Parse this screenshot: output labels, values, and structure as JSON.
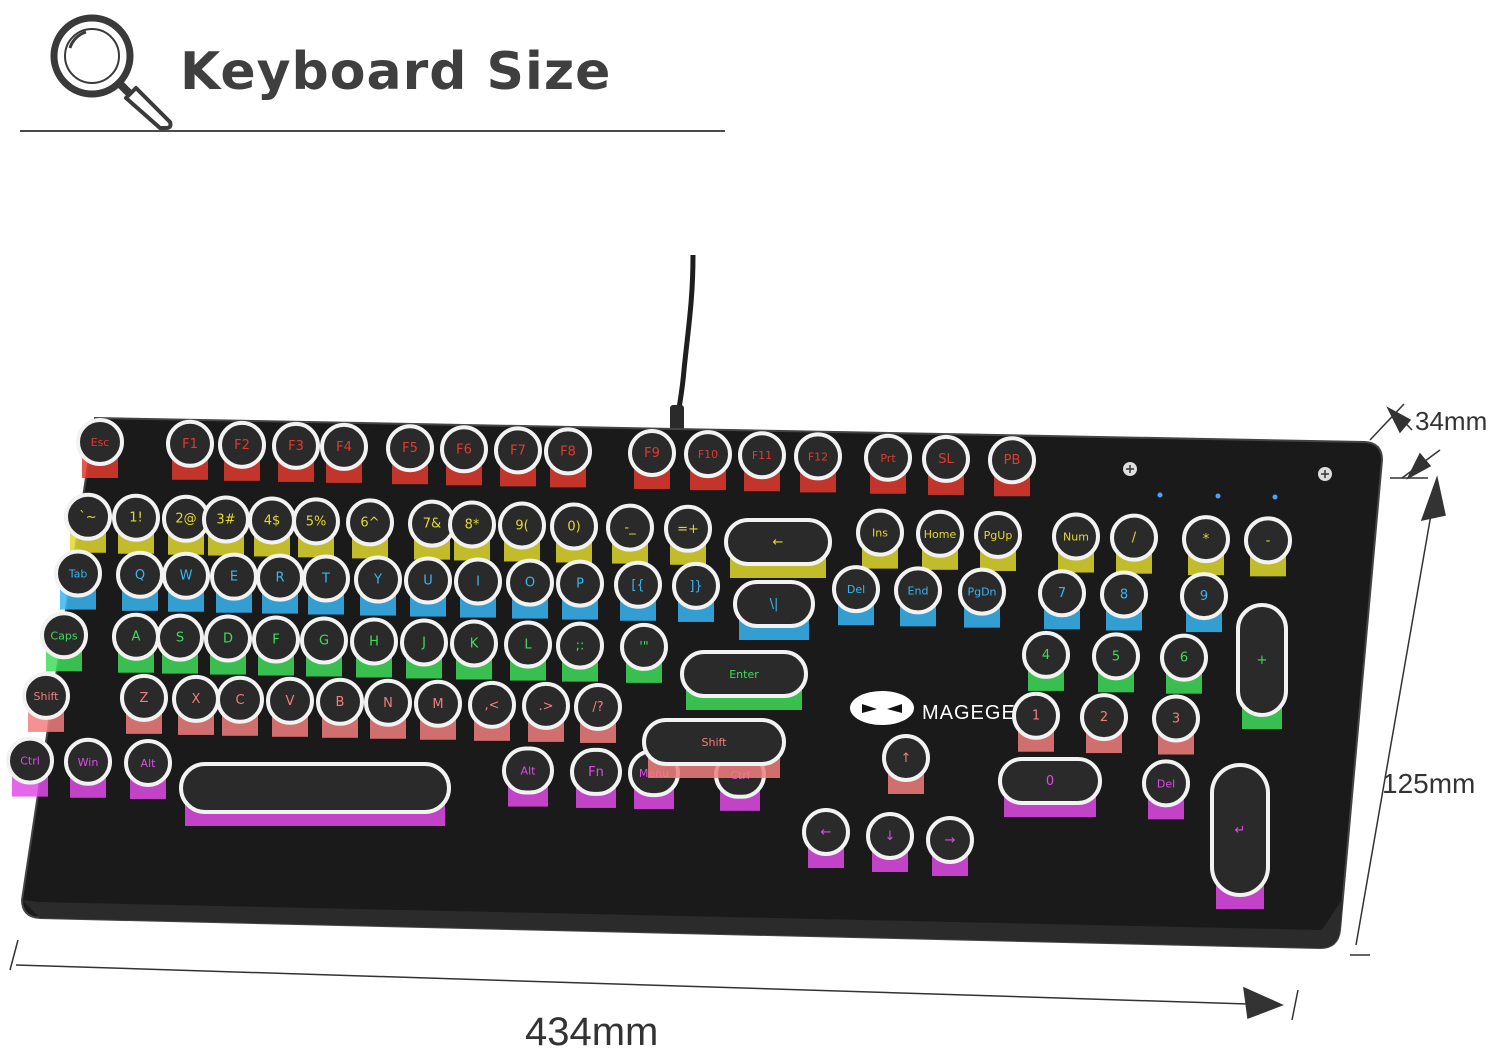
{
  "header": {
    "title": "Keyboard Size",
    "icon": "search-icon"
  },
  "dimensions": {
    "width": "434mm",
    "height": "125mm",
    "depth": "34mm"
  },
  "keyboard": {
    "brand": "MAGEGEE",
    "rows": [
      {
        "color": "#e23a2e",
        "keys": [
          "Esc",
          "F1",
          "F2",
          "F3",
          "F4",
          "F5",
          "F6",
          "F7",
          "F8",
          "F9",
          "F10",
          "F11",
          "F12",
          "Prt",
          "SL",
          "PB"
        ]
      },
      {
        "color": "#e2d92e",
        "keys": [
          "`~",
          "1!",
          "2@",
          "3#",
          "4$",
          "5%",
          "6^",
          "7&",
          "8*",
          "9(",
          "0)",
          "-_",
          "=+",
          "Ins",
          "Home",
          "PgUp",
          "Num",
          "/",
          "*",
          "-"
        ]
      },
      {
        "color": "#38b6f2",
        "keys": [
          "Tab",
          "Q",
          "W",
          "E",
          "R",
          "T",
          "Y",
          "U",
          "I",
          "O",
          "P",
          "[{",
          "]}",
          "Del",
          "End",
          "PgDn",
          "7",
          "8",
          "9"
        ]
      },
      {
        "color": "#3fdc5a",
        "keys": [
          "Caps",
          "A",
          "S",
          "D",
          "F",
          "G",
          "H",
          "J",
          "K",
          "L",
          ";:",
          "'\"",
          "4",
          "5",
          "6"
        ]
      },
      {
        "color": "#f27e7e",
        "keys": [
          "Shift",
          "Z",
          "X",
          "C",
          "V",
          "B",
          "N",
          "M",
          ",<",
          ".>",
          "/?",
          "1",
          "2",
          "3"
        ]
      },
      {
        "color": "#e04be8",
        "keys": [
          "Ctrl",
          "Win",
          "Alt",
          "Alt",
          "Fn",
          "Menu",
          "Ctrl",
          "0",
          "Del"
        ]
      }
    ],
    "wide_keys": {
      "backspace": "←",
      "backslash": "\\|",
      "enter": "Enter",
      "shift_right": "Shift",
      "numpad_plus": "+",
      "numpad_enter": "↵"
    }
  }
}
